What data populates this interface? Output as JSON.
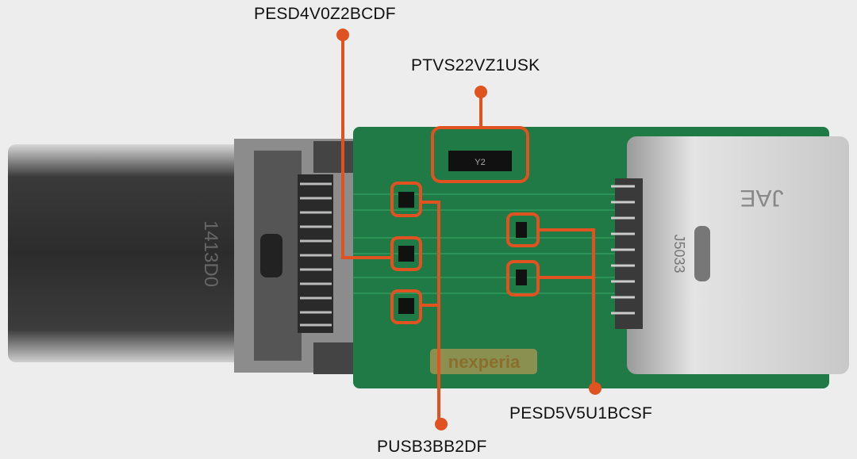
{
  "labels": {
    "top_left": "PESD4V0Z2BCDF",
    "top_right": "PTVS22VZ1USK",
    "bottom_left": "PUSB3BB2DF",
    "bottom_right": "PESD5V5U1BCSF"
  },
  "markings": {
    "plug": "1413D0",
    "receptacle_brand": "JAE",
    "receptacle_code": "J5033",
    "chip": "Y2",
    "pcb_logo": "nexperia"
  },
  "colors": {
    "annotation": "#e0521f",
    "pcb": "#1f7a45",
    "background": "#ededed"
  }
}
